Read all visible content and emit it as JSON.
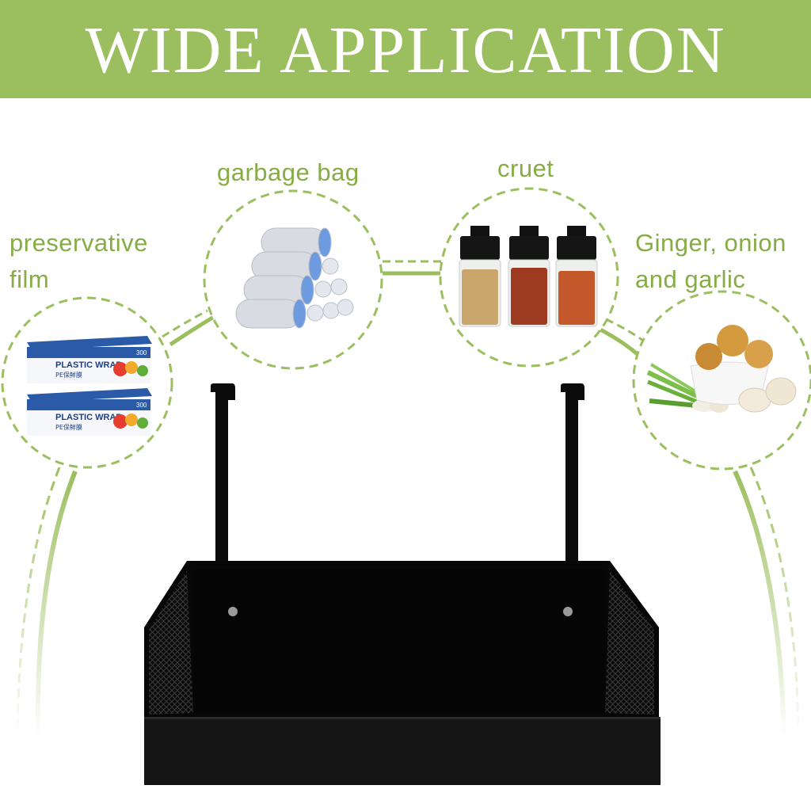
{
  "banner": {
    "title": "WIDE APPLICATION",
    "background": "#9bbf5e",
    "text_color": "#ffffff"
  },
  "accent_color": "#86ad45",
  "items": [
    {
      "label_line1": "preservative",
      "label_line2": "film",
      "icon": "plastic-wrap-boxes-icon"
    },
    {
      "label": "garbage bag",
      "icon": "garbage-bag-rolls-icon"
    },
    {
      "label": "cruet",
      "icon": "spice-jars-icon"
    },
    {
      "label_line1": "Ginger, onion",
      "label_line2": "and garlic",
      "icon": "ginger-onion-garlic-icon"
    }
  ],
  "product": {
    "name": "over-door-storage-basket",
    "color": "#0a0a0a"
  },
  "plastic_wrap": {
    "brand": "PLASTIC WRAP",
    "subtitle": "PE保鲜膜",
    "count": "300"
  }
}
